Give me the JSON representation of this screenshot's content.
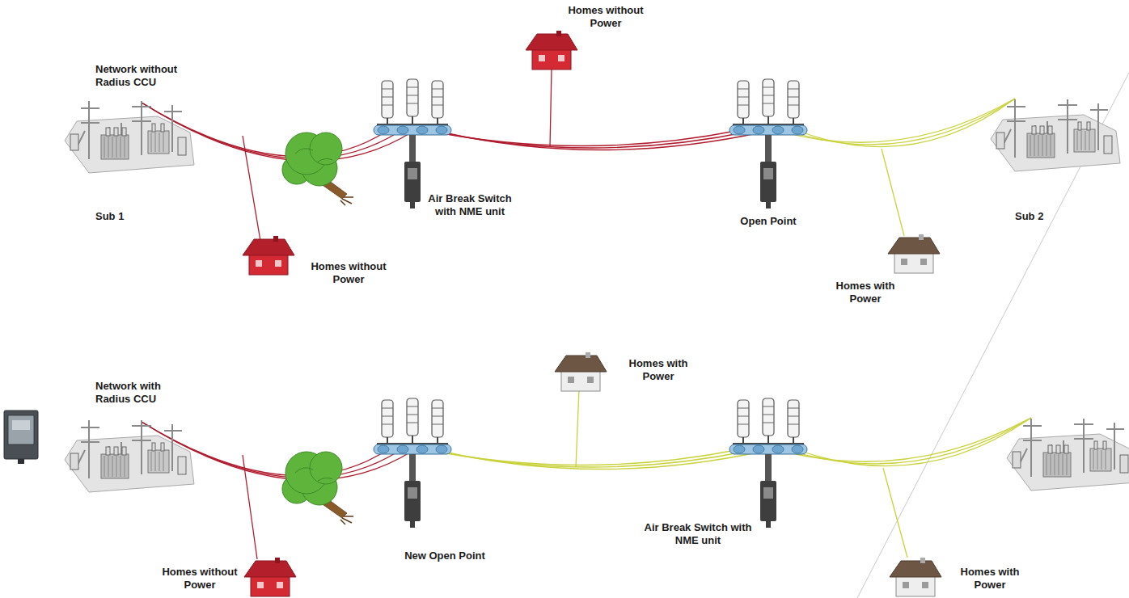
{
  "diagram": {
    "labels": [
      "Network without Radius CCU",
      "Sub 1",
      "Homes without Power",
      "Air Break Switch with NME unit",
      "Homes without Power",
      "Open Point",
      "Sub 2",
      "Homes with Power",
      "Network with Radius CCU",
      "Homes with Power",
      "New Open Point",
      "Air Break Switch with NME unit",
      "Homes without Power",
      "Homes with Power"
    ]
  }
}
